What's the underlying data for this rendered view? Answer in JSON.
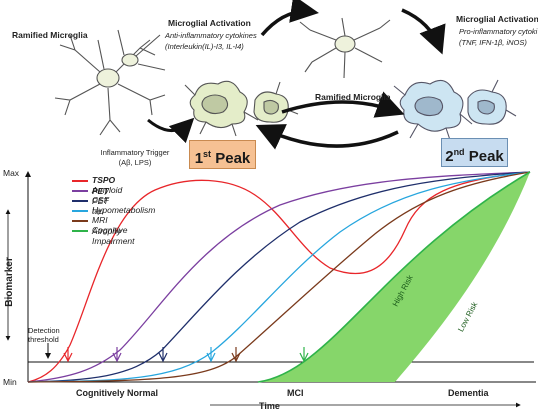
{
  "top": {
    "ramified_left": "Ramified Microglia",
    "activation_left_title": "Microglial Activation",
    "activation_left_sub1": "Anti-inflammatory cytokines",
    "activation_left_sub2": "(Interleukin(IL)-I3, IL-I4)",
    "trigger_line1": "Inflammatory Trigger",
    "trigger_line2": "(Aβ, LPS)",
    "ramified_mid": "Ramified Microglia",
    "activation_right_title": "Microglial Activation",
    "activation_right_sub1": "Pro-inflammatory cytoki",
    "activation_right_sub2": "(TNF, IFN-1β, iNOS)",
    "peak1_num": "1",
    "peak1_sup": "st",
    "peak1_word": "Peak",
    "peak2_num": "2",
    "peak2_sup": "nd",
    "peak2_word": "Peak",
    "peak1_color": "#f6c193",
    "peak2_color": "#c7dcf0"
  },
  "chart": {
    "y_max": "Max",
    "y_min": "Min",
    "y_axis_label": "Biomarker",
    "x_axis_label": "Time",
    "detection_line1": "Detection",
    "detection_line2": "threshold",
    "stages": [
      "Cognitively Normal",
      "MCI",
      "Dementia"
    ],
    "high_risk": "High Risk",
    "low_risk": "Low Risk",
    "legend": [
      {
        "name": "TSPO PET",
        "color": "#e8262a",
        "bold": true
      },
      {
        "name": "Amyloid PET",
        "color": "#7b3fa0",
        "bold": false
      },
      {
        "name": "CSF tau",
        "color": "#1f2f6b",
        "bold": false
      },
      {
        "name": "Hypometabolism",
        "color": "#27a6de",
        "bold": false
      },
      {
        "name": "MRI Atrophy",
        "color": "#7a3a1c",
        "bold": false
      },
      {
        "name": "Cognitive Impairment",
        "color": "#2fb34a",
        "bold": false
      }
    ],
    "risk_fill": "#86d66a"
  }
}
